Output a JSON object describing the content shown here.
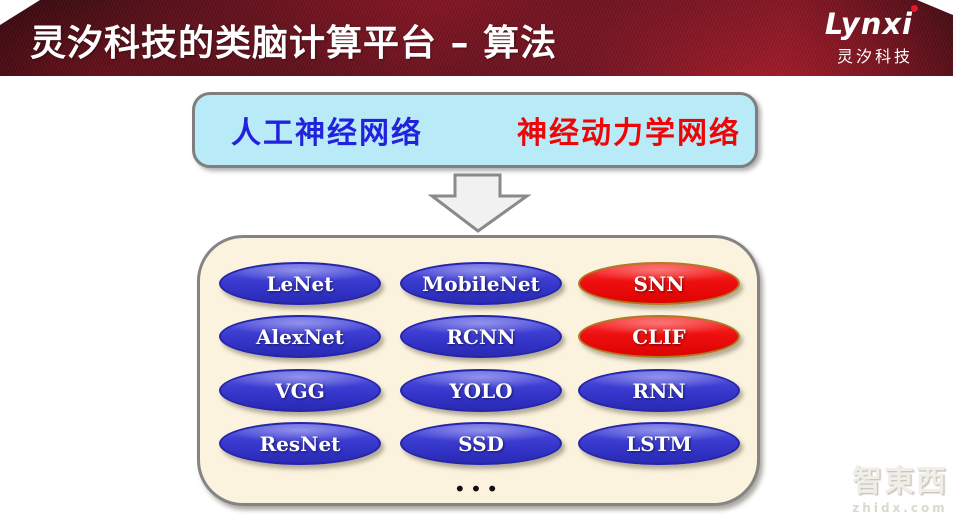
{
  "header": {
    "title": "灵汐科技的类脑计算平台 – 算法",
    "logo": {
      "name": "Lynxi",
      "subtitle": "灵汐科技"
    }
  },
  "banner": {
    "left_label": "人工神经网络",
    "right_label": "神经动力学网络"
  },
  "arrow": {
    "icon": "block-arrow-down"
  },
  "algorithms": {
    "items": [
      {
        "label": "LeNet",
        "variant": "blue"
      },
      {
        "label": "MobileNet",
        "variant": "blue"
      },
      {
        "label": "SNN",
        "variant": "red"
      },
      {
        "label": "AlexNet",
        "variant": "blue"
      },
      {
        "label": "RCNN",
        "variant": "blue"
      },
      {
        "label": "CLIF",
        "variant": "red"
      },
      {
        "label": "VGG",
        "variant": "blue"
      },
      {
        "label": "YOLO",
        "variant": "blue"
      },
      {
        "label": "RNN",
        "variant": "blue"
      },
      {
        "label": "ResNet",
        "variant": "blue"
      },
      {
        "label": "SSD",
        "variant": "blue"
      },
      {
        "label": "LSTM",
        "variant": "blue"
      }
    ],
    "ellipsis": "..."
  },
  "watermark": {
    "logo": "智東西",
    "site": "zhidx.com"
  },
  "colors": {
    "ann_text": "#2222DD",
    "snn_text": "#EE0505",
    "banner_fill": "#B8EAF8",
    "panel_fill": "#FBF3DD",
    "blue_shape": "#3A3AD0",
    "red_shape": "#EE0D0D",
    "header_maroon": "#5C1520",
    "logo_dot": "#E5182B"
  }
}
